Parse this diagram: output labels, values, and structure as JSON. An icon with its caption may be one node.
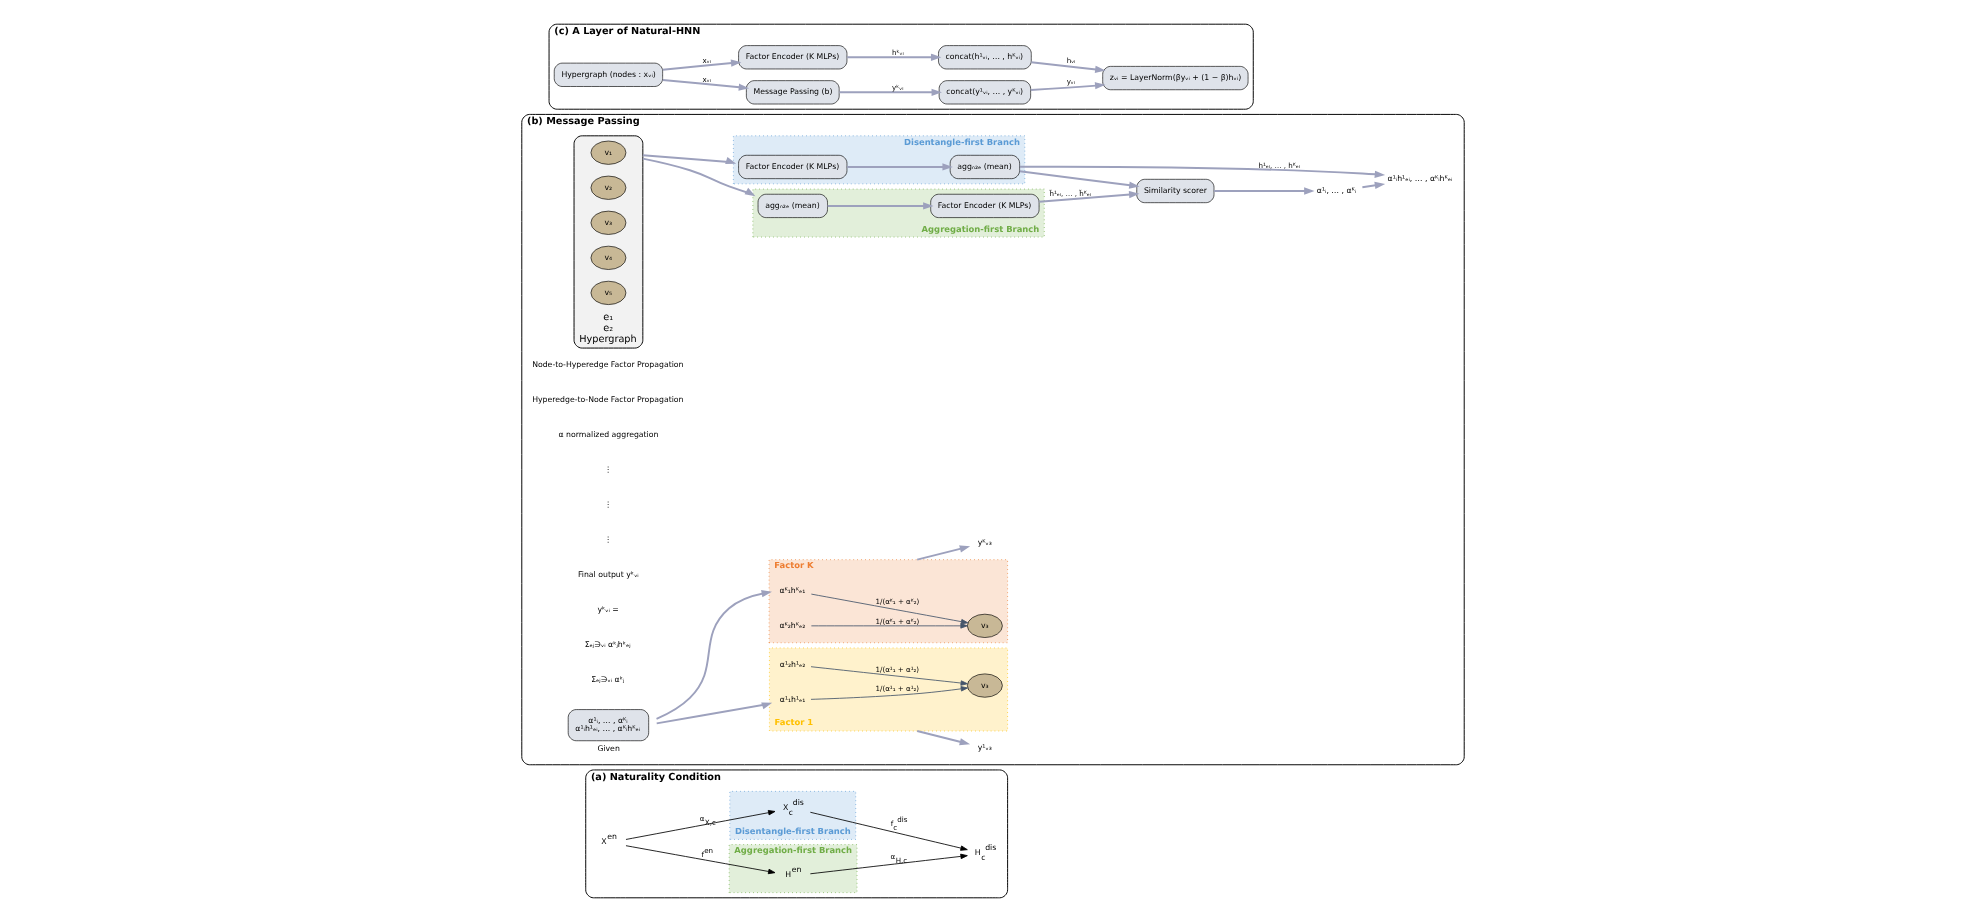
{
  "diagram": {
    "nodes": [
      {
        "text": [
          "(a) Naturality Condition"
        ]
      },
      {
        "text": [
          "Aggregation-first Branch"
        ],
        "in": 0
      },
      {
        "text": [
          "H$^{en}$"
        ],
        "in": 1
      },
      {
        "text": [
          "H$_{c}$$^{dis}$"
        ],
        "in": 0
      },
      {
        "text": [
          "Disentangle-first Branch"
        ],
        "in": 0
      },
      {
        "text": [
          "X$_{c}$$^{dis}$"
        ],
        "in": 4
      },
      {
        "text": [
          "X$^{en}$"
        ],
        "in": 0
      },
      {
        "text": [
          "(b) Message Passing"
        ]
      },
      {
        "text": [
          "e₁",
          "e₂"
        ],
        "beside": [
          "Hypergraph"
        ],
        "in": 7
      },
      {
        "text": [
          "v₁"
        ],
        "in": 8
      },
      {
        "text": [
          "v₂"
        ],
        "in": 8
      },
      {
        "text": [
          "v₃"
        ],
        "in": 8
      },
      {
        "text": [
          "v₄"
        ],
        "in": 8
      },
      {
        "text": [
          "v₅"
        ],
        "in": 8
      },
      {
        "text": [
          "Aggregation-first Branch"
        ],
        "in": 7
      },
      {
        "text": [
          "aggₙ₂ₑ (mean)"
        ],
        "in": 14
      },
      {
        "text": [
          "Factor Encoder (K MLPs)"
        ],
        "in": 14
      },
      {
        "text": [
          "Disentangle-first Branch"
        ],
        "in": 7
      },
      {
        "text": [
          "Factor Encoder (K MLPs)"
        ],
        "in": 17
      },
      {
        "text": [
          "aggₙ₂ₑ (mean)"
        ],
        "in": 17
      },
      {
        "text": [
          "Similarity scorer"
        ],
        "in": 7
      },
      {
        "text": [
          "α¹ᵢ, … , αᴷᵢ"
        ],
        "in": 7
      },
      {
        "text": [
          "α¹ᵢh¹ₑᵢ, … , αᴷᵢhᴷₑᵢ"
        ],
        "in": 7
      },
      {
        "text": [
          "α¹ᵢ, … , αᴷᵢ",
          "α¹ᵢh¹ₑᵢ, … , αᴷᵢhᴷₑᵢ"
        ],
        "beside": [
          "Given"
        ],
        "in": 7
      },
      {
        "text": [
          "Factor 1"
        ],
        "in": 7
      },
      {
        "text": [
          "α¹₁h¹ₑ₁"
        ],
        "in": 24
      },
      {
        "text": [
          "v₃"
        ],
        "in": 24
      },
      {
        "text": [
          "α¹₂h¹ₑ₂"
        ],
        "in": 24
      },
      {
        "text": [
          "y¹ᵥ₃"
        ],
        "in": 7
      },
      {
        "text": [
          "Factor K"
        ],
        "in": 7
      },
      {
        "text": [
          "αᴷ₁hᴷₑ₁"
        ],
        "in": 29
      },
      {
        "text": [
          "v₃"
        ],
        "in": 29
      },
      {
        "text": [
          "αᴷ₂hᴷₑ₂"
        ],
        "in": 29
      },
      {
        "text": [
          "yᴷᵥ₃"
        ],
        "in": 7
      },
      {
        "text": [
          "(c) A Layer of Natural-HNN"
        ]
      },
      {
        "text": [
          "Hypergraph (nodes : xᵥᵢ)"
        ],
        "in": 34
      },
      {
        "text": [
          "Message Passing (b)"
        ],
        "in": 34
      },
      {
        "text": [
          "Factor Encoder (K MLPs)"
        ],
        "in": 34
      },
      {
        "text": [
          "concat(y¹ᵥᵢ, … , yᴷᵥᵢ)"
        ],
        "in": 34
      },
      {
        "text": [
          "concat(h¹ᵥᵢ, … , hᴷᵥᵢ)"
        ],
        "in": 34
      },
      {
        "text": [
          "zᵥᵢ = LayerNorm(βyᵥᵢ + (1 − β)hᵥᵢ)"
        ],
        "in": 34
      }
    ],
    "edges": [
      {
        "from": 6,
        "to": 2,
        "arrow": "to",
        "label": "f$^{en}$",
        "color": "#000000"
      },
      {
        "from": 2,
        "to": 3,
        "arrow": "to",
        "label": "α$_{H,c}$",
        "color": "#000000"
      },
      {
        "from": 6,
        "to": 5,
        "arrow": "to",
        "label": "α$_{X,c}$",
        "color": "#000000"
      },
      {
        "from": 5,
        "to": 3,
        "arrow": "to",
        "label": "f$_{c}$$^{dis}$",
        "color": "#000000"
      },
      {
        "from": 8,
        "to": 14,
        "arrow": "to"
      },
      {
        "from": 8,
        "to": 17,
        "arrow": "to"
      },
      {
        "from": 15,
        "to": 16,
        "arrow": "to"
      },
      {
        "from": 16,
        "to": 20,
        "arrow": "to",
        "label": "h̃¹ₑᵢ, … , h̃ᴷₑᵢ"
      },
      {
        "from": 18,
        "to": 19,
        "arrow": "to"
      },
      {
        "from": 19,
        "to": 20,
        "arrow": "to"
      },
      {
        "from": 19,
        "to": 22,
        "arrow": "to",
        "label": "h¹ₑᵢ, … , hᴷₑᵢ"
      },
      {
        "from": 20,
        "to": 21,
        "arrow": "to"
      },
      {
        "from": 21,
        "to": 22,
        "arrow": "to"
      },
      {
        "from": 23,
        "to": 24,
        "arrow": "to"
      },
      {
        "from": 23,
        "to": 29,
        "arrow": "to"
      },
      {
        "from": 25,
        "to": 26,
        "arrow": "to",
        "label": "1/(α¹₁ + α¹₂)",
        "color": "#44546a"
      },
      {
        "from": 27,
        "to": 26,
        "arrow": "to",
        "label": "1/(α¹₁ + α¹₂)",
        "color": "#44546a"
      },
      {
        "from": 24,
        "to": 28,
        "arrow": "to"
      },
      {
        "from": 30,
        "to": 31,
        "arrow": "to",
        "label": "1/(αᴷ₁ + αᴷ₂)",
        "color": "#44546a"
      },
      {
        "from": 32,
        "to": 31,
        "arrow": "to",
        "label": "1/(αᴷ₁ + αᴷ₂)",
        "color": "#44546a"
      },
      {
        "from": 29,
        "to": 33,
        "arrow": "to"
      },
      {
        "from": 35,
        "to": 36,
        "arrow": "to",
        "label": "xᵥᵢ"
      },
      {
        "from": 35,
        "to": 37,
        "arrow": "to",
        "label": "xᵥᵢ"
      },
      {
        "from": 36,
        "to": 38,
        "arrow": "to",
        "label": "yᵏᵥᵢ"
      },
      {
        "from": 37,
        "to": 39,
        "arrow": "to",
        "label": "hᵏᵥᵢ"
      },
      {
        "from": 38,
        "to": 40,
        "arrow": "to",
        "label": "yᵥᵢ"
      },
      {
        "from": 39,
        "to": 40,
        "arrow": "to",
        "label": "hᵥᵢ"
      }
    ],
    "labels": [
      "Node-to-Hyperedge Factor Propagation",
      "Hyperedge-to-Node Factor Propagation",
      "α normalized aggregation",
      "⋮",
      "⋮",
      "⋮",
      "Final output yᵏᵥᵢ",
      "yᵏᵥᵢ =",
      "Σₑⱼ∋ᵥᵢ αᵏⱼhᵏₑⱼ",
      "Σₑⱼ∋ᵥᵢ αᵏⱼ"
    ]
  }
}
